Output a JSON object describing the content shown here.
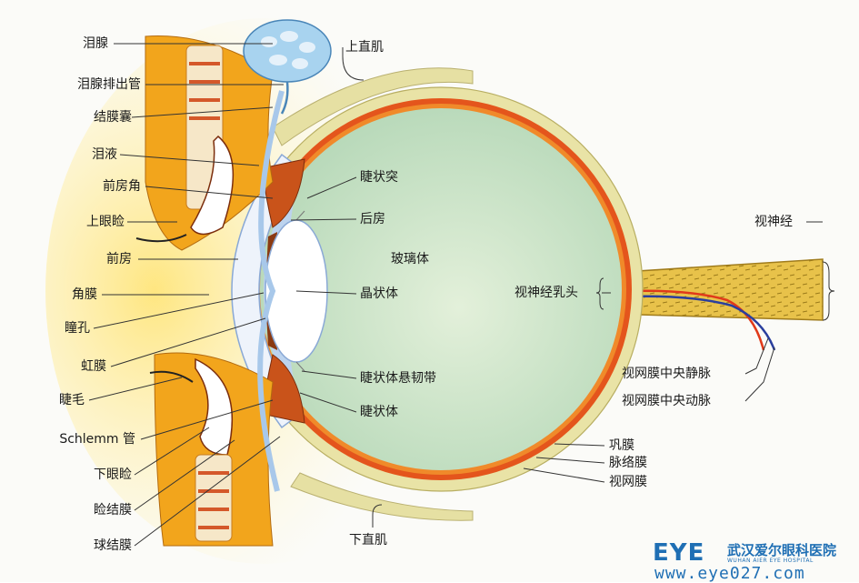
{
  "labels": {
    "lacrimal_gland": "泪腺",
    "lacrimal_duct": "泪腺排出管",
    "conj_sac": "结膜囊",
    "tear": "泪液",
    "ant_chamber_angle": "前房角",
    "upper_lid": "上眼睑",
    "ant_chamber": "前房",
    "cornea": "角膜",
    "pupil": "瞳孔",
    "iris": "虹膜",
    "eyelash": "睫毛",
    "schlemm": "Schlemm 管",
    "lower_lid": "下眼睑",
    "palp_conj": "睑结膜",
    "bulb_conj": "球结膜",
    "sup_rectus": "上直肌",
    "ciliary_process": "睫状突",
    "post_chamber": "后房",
    "vitreous": "玻璃体",
    "lens": "晶状体",
    "optic_disc": "视神经乳头",
    "zonule": "睫状体悬韧带",
    "ciliary_body": "睫状体",
    "optic_nerve": "视神经",
    "crv": "视网膜中央静脉",
    "cra": "视网膜中央动脉",
    "sclera": "巩膜",
    "choroid": "脉络膜",
    "retina": "视网膜",
    "inf_rectus": "下直肌"
  },
  "watermark": {
    "mark": "EYE",
    "cn": "武汉爱尔眼科医院",
    "en": "WUHAN AIER EYE HOSPITAL",
    "url": "www.eye027.com"
  },
  "colors": {
    "sclera": "#e9e3a6",
    "choroid": "#e4551c",
    "retina": "#f08a2a",
    "vitreous": "#cfe6c8",
    "aqueous": "#bcd3ee",
    "lid": "#f2a51c",
    "gland": "#a8d3ef",
    "artery": "#e03a1a",
    "vein": "#2a3f9e",
    "brand": "#1f6fb4"
  }
}
